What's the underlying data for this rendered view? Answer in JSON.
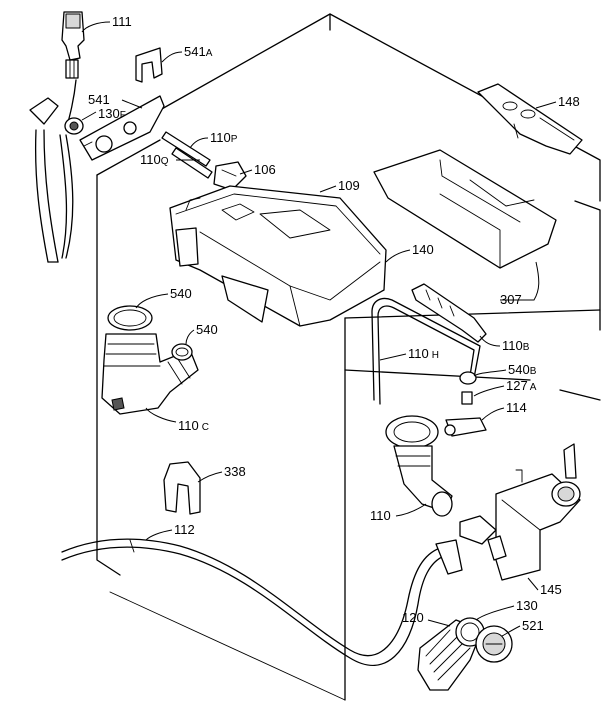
{
  "colors": {
    "ink": "#000000",
    "paper": "#ffffff",
    "shade": "#d8d8d8"
  },
  "callouts": {
    "c111": {
      "text": "111"
    },
    "c541a": {
      "num": "541",
      "suffix": "A"
    },
    "c541": {
      "text": "541"
    },
    "c130f": {
      "num": "130",
      "suffix": "F"
    },
    "c110p": {
      "num": "110",
      "suffix": "P"
    },
    "c110q": {
      "num": "110",
      "suffix": "Q"
    },
    "c106": {
      "text": "106"
    },
    "c109": {
      "text": "109"
    },
    "c148": {
      "text": "148"
    },
    "c140": {
      "text": "140"
    },
    "c307": {
      "text": "307"
    },
    "c540_top": {
      "text": "540"
    },
    "c540_mid": {
      "text": "540"
    },
    "c110b": {
      "num": "110",
      "suffix": "B"
    },
    "c110h": {
      "num": "110",
      "suffix": "H"
    },
    "c540b": {
      "num": "540",
      "suffix": "B"
    },
    "c127a": {
      "num": "127",
      "suffix": "A"
    },
    "c114": {
      "text": "114"
    },
    "c110c": {
      "num": "110",
      "suffix": "C"
    },
    "c338": {
      "text": "338"
    },
    "c110": {
      "text": "110"
    },
    "c112": {
      "text": "112"
    },
    "c145": {
      "text": "145"
    },
    "c120": {
      "text": "120"
    },
    "c130": {
      "text": "130"
    },
    "c521": {
      "text": "521"
    }
  }
}
